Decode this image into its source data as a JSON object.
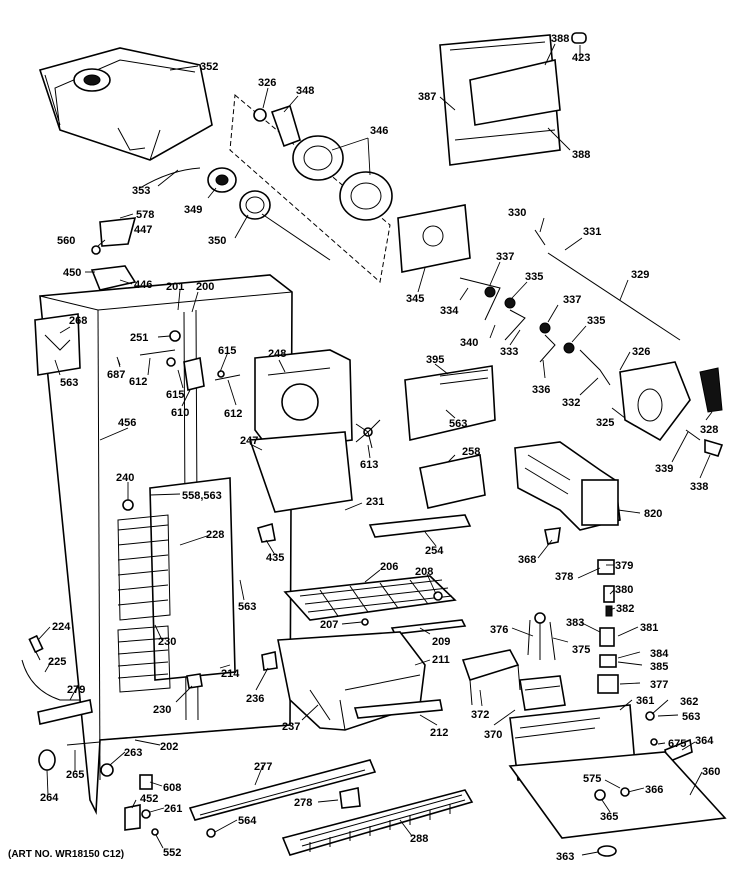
{
  "caption": "(ART NO. WR18150 C12)",
  "callouts": [
    {
      "id": "c352",
      "text": "352"
    },
    {
      "id": "c326a",
      "text": "326"
    },
    {
      "id": "c348",
      "text": "348"
    },
    {
      "id": "c346",
      "text": "346"
    },
    {
      "id": "c388a",
      "text": "388"
    },
    {
      "id": "c423",
      "text": "423"
    },
    {
      "id": "c387",
      "text": "387"
    },
    {
      "id": "c388b",
      "text": "388"
    },
    {
      "id": "c353",
      "text": "353"
    },
    {
      "id": "c349",
      "text": "349"
    },
    {
      "id": "c350",
      "text": "350"
    },
    {
      "id": "c578",
      "text": "578"
    },
    {
      "id": "c447",
      "text": "447"
    },
    {
      "id": "c560",
      "text": "560"
    },
    {
      "id": "c450",
      "text": "450"
    },
    {
      "id": "c446",
      "text": "446"
    },
    {
      "id": "c330",
      "text": "330"
    },
    {
      "id": "c331",
      "text": "331"
    },
    {
      "id": "c329",
      "text": "329"
    },
    {
      "id": "c345",
      "text": "345"
    },
    {
      "id": "c337a",
      "text": "337"
    },
    {
      "id": "c335a",
      "text": "335"
    },
    {
      "id": "c334",
      "text": "334"
    },
    {
      "id": "c337b",
      "text": "337"
    },
    {
      "id": "c340",
      "text": "340"
    },
    {
      "id": "c333",
      "text": "333"
    },
    {
      "id": "c335b",
      "text": "335"
    },
    {
      "id": "c326b",
      "text": "326"
    },
    {
      "id": "c336",
      "text": "336"
    },
    {
      "id": "c332",
      "text": "332"
    },
    {
      "id": "c325",
      "text": "325"
    },
    {
      "id": "c328",
      "text": "328"
    },
    {
      "id": "c201",
      "text": "201"
    },
    {
      "id": "c200",
      "text": "200"
    },
    {
      "id": "c268",
      "text": "268"
    },
    {
      "id": "c251",
      "text": "251"
    },
    {
      "id": "c563a",
      "text": "563"
    },
    {
      "id": "c687",
      "text": "687"
    },
    {
      "id": "c612a",
      "text": "612"
    },
    {
      "id": "c615a",
      "text": "615"
    },
    {
      "id": "c615b",
      "text": "615"
    },
    {
      "id": "c610",
      "text": "610"
    },
    {
      "id": "c612b",
      "text": "612"
    },
    {
      "id": "c248",
      "text": "248"
    },
    {
      "id": "c395",
      "text": "395"
    },
    {
      "id": "c563b",
      "text": "563"
    },
    {
      "id": "c456",
      "text": "456"
    },
    {
      "id": "c247",
      "text": "247"
    },
    {
      "id": "c613",
      "text": "613"
    },
    {
      "id": "c339",
      "text": "339"
    },
    {
      "id": "c338",
      "text": "338"
    },
    {
      "id": "c240",
      "text": "240"
    },
    {
      "id": "c558",
      "text": "558,563"
    },
    {
      "id": "c258",
      "text": "258"
    },
    {
      "id": "c231",
      "text": "231"
    },
    {
      "id": "c820",
      "text": "820"
    },
    {
      "id": "c228",
      "text": "228"
    },
    {
      "id": "c254",
      "text": "254"
    },
    {
      "id": "c368",
      "text": "368"
    },
    {
      "id": "c435",
      "text": "435"
    },
    {
      "id": "c378",
      "text": "378"
    },
    {
      "id": "c379",
      "text": "379"
    },
    {
      "id": "c206",
      "text": "206"
    },
    {
      "id": "c208",
      "text": "208"
    },
    {
      "id": "c380",
      "text": "380"
    },
    {
      "id": "c563c",
      "text": "563"
    },
    {
      "id": "c382",
      "text": "382"
    },
    {
      "id": "c224",
      "text": "224"
    },
    {
      "id": "c207",
      "text": "207"
    },
    {
      "id": "c376",
      "text": "376"
    },
    {
      "id": "c383",
      "text": "383"
    },
    {
      "id": "c381",
      "text": "381"
    },
    {
      "id": "c230a",
      "text": "230"
    },
    {
      "id": "c209",
      "text": "209"
    },
    {
      "id": "c375",
      "text": "375"
    },
    {
      "id": "c211",
      "text": "211"
    },
    {
      "id": "c384",
      "text": "384"
    },
    {
      "id": "c225",
      "text": "225"
    },
    {
      "id": "c214",
      "text": "214"
    },
    {
      "id": "c385",
      "text": "385"
    },
    {
      "id": "c377",
      "text": "377"
    },
    {
      "id": "c279",
      "text": "279"
    },
    {
      "id": "c236",
      "text": "236"
    },
    {
      "id": "c230b",
      "text": "230"
    },
    {
      "id": "c361",
      "text": "361"
    },
    {
      "id": "c362",
      "text": "362"
    },
    {
      "id": "c372",
      "text": "372"
    },
    {
      "id": "c563d",
      "text": "563"
    },
    {
      "id": "c237",
      "text": "237"
    },
    {
      "id": "c212",
      "text": "212"
    },
    {
      "id": "c370",
      "text": "370"
    },
    {
      "id": "c675",
      "text": "675"
    },
    {
      "id": "c364",
      "text": "364"
    },
    {
      "id": "c202",
      "text": "202"
    },
    {
      "id": "c263",
      "text": "263"
    },
    {
      "id": "c265",
      "text": "265"
    },
    {
      "id": "c277",
      "text": "277"
    },
    {
      "id": "c360",
      "text": "360"
    },
    {
      "id": "c575",
      "text": "575"
    },
    {
      "id": "c608",
      "text": "608"
    },
    {
      "id": "c264",
      "text": "264"
    },
    {
      "id": "c366",
      "text": "366"
    },
    {
      "id": "c452",
      "text": "452"
    },
    {
      "id": "c278",
      "text": "278"
    },
    {
      "id": "c261",
      "text": "261"
    },
    {
      "id": "c365",
      "text": "365"
    },
    {
      "id": "c564",
      "text": "564"
    },
    {
      "id": "c288",
      "text": "288"
    },
    {
      "id": "c552",
      "text": "552"
    },
    {
      "id": "c363",
      "text": "363"
    }
  ]
}
